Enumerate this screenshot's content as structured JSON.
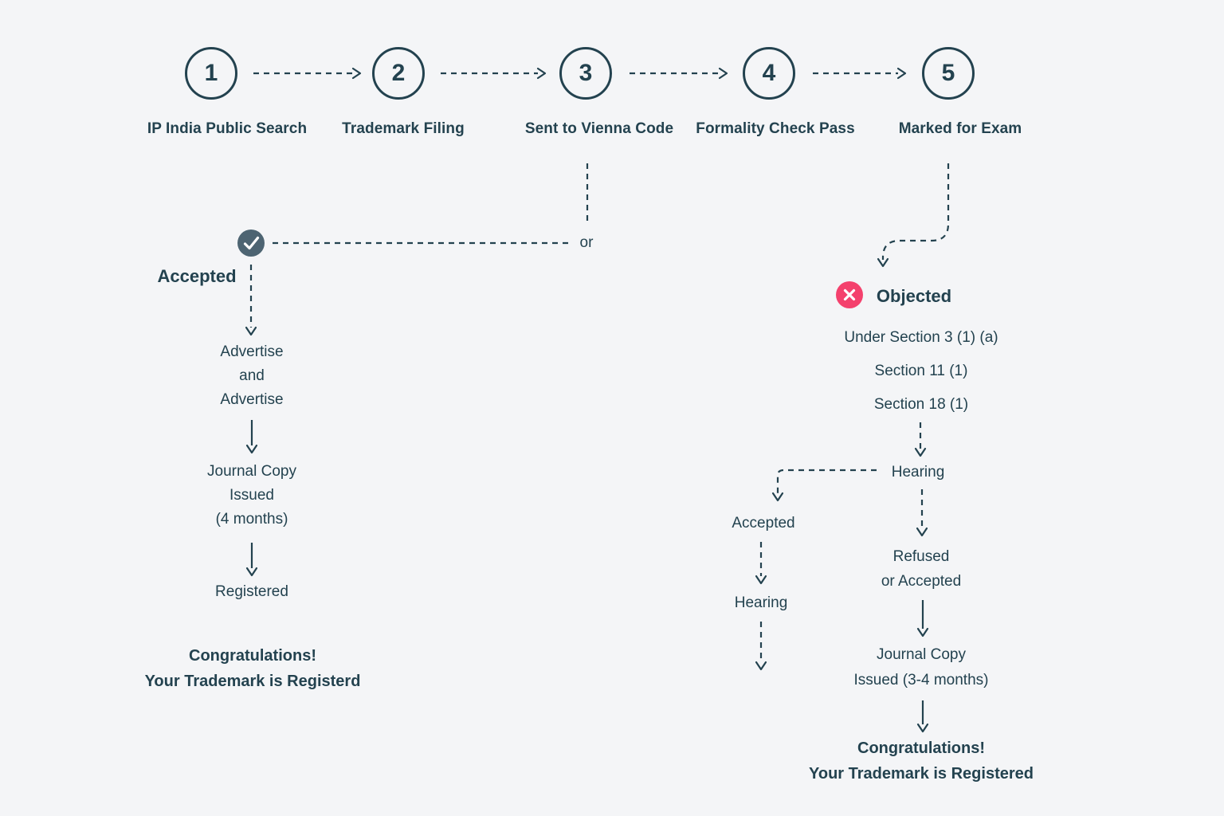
{
  "colors": {
    "background": "#f4f5f7",
    "ink": "#23424f",
    "accent_pink": "#f4416d",
    "check_fill": "#4d6472"
  },
  "steps": [
    {
      "number": "1",
      "label": "IP India Public Search"
    },
    {
      "number": "2",
      "label": "Trademark Filing"
    },
    {
      "number": "3",
      "label": "Sent to Vienna Code"
    },
    {
      "number": "4",
      "label": "Formality Check Pass"
    },
    {
      "number": "5",
      "label": "Marked for Exam"
    }
  ],
  "accepted_path": {
    "or_label": "or",
    "title": "Accepted",
    "advertise_lines": [
      "Advertise",
      "and",
      "Advertise"
    ],
    "journal_lines": [
      "Journal Copy",
      "Issued",
      "(4 months)"
    ],
    "registered": "Registered",
    "congrats_lines": [
      "Congratulations!",
      "Your Trademark is Registerd"
    ]
  },
  "objected_path": {
    "title": "Objected",
    "section_lines": [
      "Under Section 3 (1) (a)",
      "Section 11 (1)",
      "Section 18 (1)"
    ],
    "hearing_1": "Hearing",
    "accepted": "Accepted",
    "hearing_2": "Hearing",
    "refused_lines": [
      "Refused",
      "or Accepted"
    ],
    "journal_lines": [
      "Journal Copy",
      "Issued (3-4 months)"
    ],
    "congrats_lines": [
      "Congratulations!",
      "Your Trademark is Registered"
    ]
  }
}
